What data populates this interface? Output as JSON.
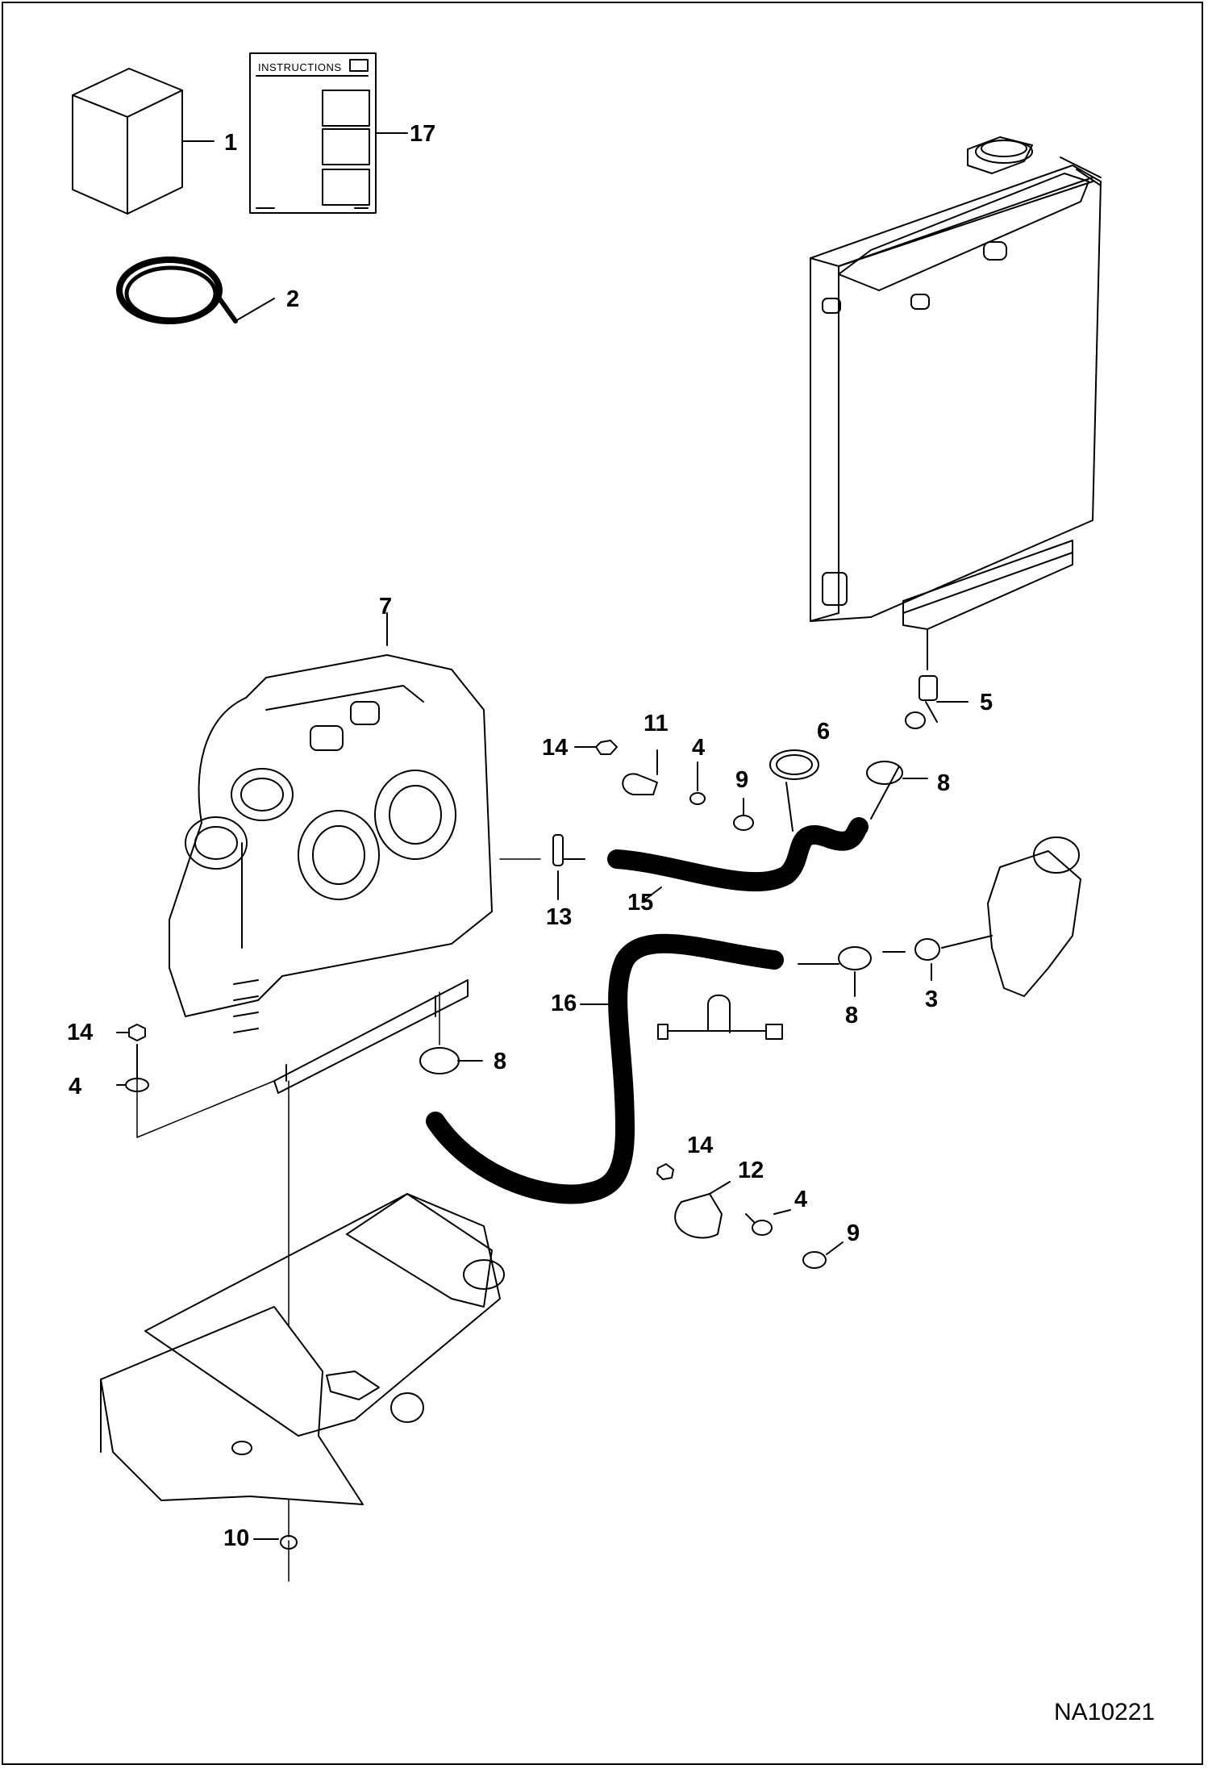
{
  "diagram": {
    "document_id": "NA10221",
    "instructions_title": "INSTRUCTIONS",
    "callouts": {
      "c1": "1",
      "c17": "17",
      "c2": "2",
      "c5": "5",
      "c7": "7",
      "c6": "6",
      "c8a": "8",
      "c14a": "14",
      "c11": "11",
      "c4a": "4",
      "c9a": "9",
      "c13": "13",
      "c15": "15",
      "c16": "16",
      "c8b": "8",
      "c3": "3",
      "c14b": "14",
      "c4b": "4",
      "c8c": "8",
      "c14c": "14",
      "c12": "12",
      "c4c": "4",
      "c9b": "9",
      "c10": "10"
    }
  }
}
